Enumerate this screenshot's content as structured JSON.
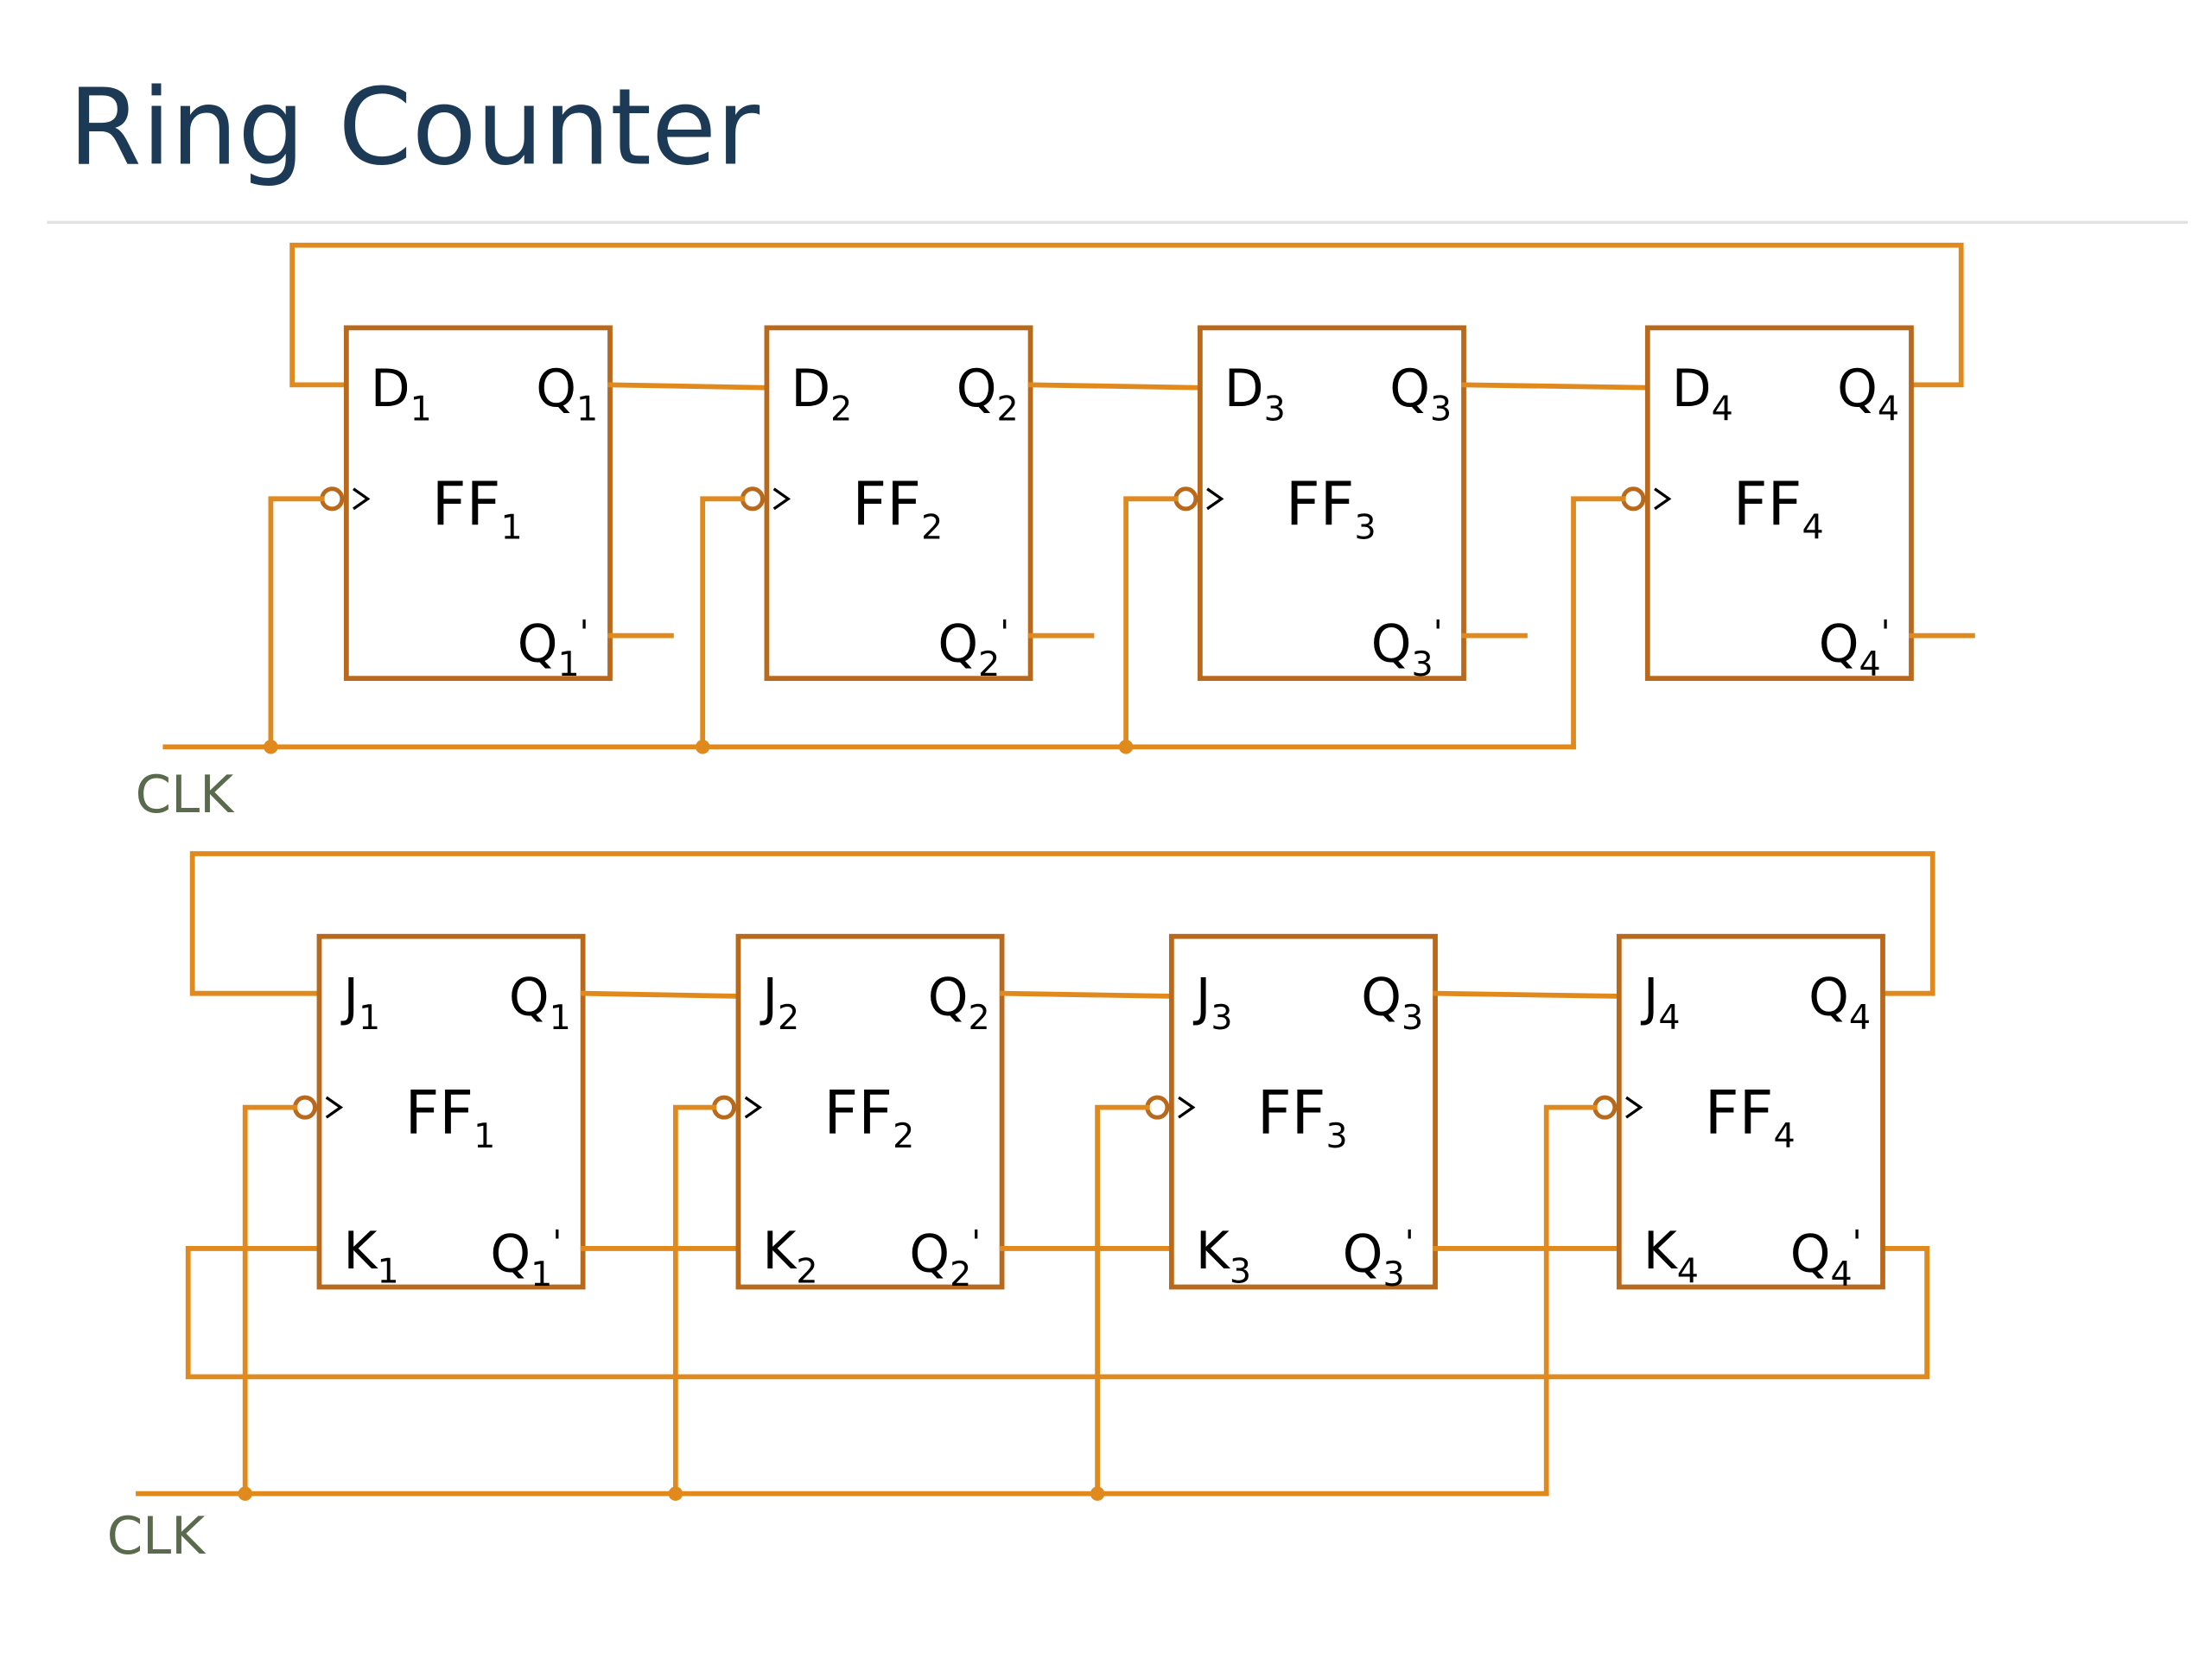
{
  "title": "Ring Counter",
  "colors": {
    "wire": "#e08a1e",
    "box": "#b8691c",
    "title": "#1c3a56",
    "clk_label": "#5a6a4c"
  },
  "top_circuit": {
    "type": "D flip-flop ring counter",
    "clock_label": "CLK",
    "flip_flops": [
      {
        "name": "FF",
        "index": "1",
        "inputs": [
          {
            "pin": "D",
            "sub": "1"
          }
        ],
        "outputs": [
          {
            "pin": "Q",
            "sub": "1",
            "prime": ""
          },
          {
            "pin": "Q",
            "sub": "1",
            "prime": "'"
          }
        ]
      },
      {
        "name": "FF",
        "index": "2",
        "inputs": [
          {
            "pin": "D",
            "sub": "2"
          }
        ],
        "outputs": [
          {
            "pin": "Q",
            "sub": "2",
            "prime": ""
          },
          {
            "pin": "Q",
            "sub": "2",
            "prime": "'"
          }
        ]
      },
      {
        "name": "FF",
        "index": "3",
        "inputs": [
          {
            "pin": "D",
            "sub": "3"
          }
        ],
        "outputs": [
          {
            "pin": "Q",
            "sub": "3",
            "prime": ""
          },
          {
            "pin": "Q",
            "sub": "3",
            "prime": "'"
          }
        ]
      },
      {
        "name": "FF",
        "index": "4",
        "inputs": [
          {
            "pin": "D",
            "sub": "4"
          }
        ],
        "outputs": [
          {
            "pin": "Q",
            "sub": "4",
            "prime": ""
          },
          {
            "pin": "Q",
            "sub": "4",
            "prime": "'"
          }
        ]
      }
    ]
  },
  "bottom_circuit": {
    "type": "JK flip-flop ring counter",
    "clock_label": "CLK",
    "flip_flops": [
      {
        "name": "FF",
        "index": "1",
        "inputs": [
          {
            "pin": "J",
            "sub": "1"
          },
          {
            "pin": "K",
            "sub": "1"
          }
        ],
        "outputs": [
          {
            "pin": "Q",
            "sub": "1",
            "prime": ""
          },
          {
            "pin": "Q",
            "sub": "1",
            "prime": "'"
          }
        ]
      },
      {
        "name": "FF",
        "index": "2",
        "inputs": [
          {
            "pin": "J",
            "sub": "2"
          },
          {
            "pin": "K",
            "sub": "2"
          }
        ],
        "outputs": [
          {
            "pin": "Q",
            "sub": "2",
            "prime": ""
          },
          {
            "pin": "Q",
            "sub": "2",
            "prime": "'"
          }
        ]
      },
      {
        "name": "FF",
        "index": "3",
        "inputs": [
          {
            "pin": "J",
            "sub": "3"
          },
          {
            "pin": "K",
            "sub": "3"
          }
        ],
        "outputs": [
          {
            "pin": "Q",
            "sub": "3",
            "prime": ""
          },
          {
            "pin": "Q",
            "sub": "3",
            "prime": "'"
          }
        ]
      },
      {
        "name": "FF",
        "index": "4",
        "inputs": [
          {
            "pin": "J",
            "sub": "4"
          },
          {
            "pin": "K",
            "sub": "4"
          }
        ],
        "outputs": [
          {
            "pin": "Q",
            "sub": "4",
            "prime": ""
          },
          {
            "pin": "Q",
            "sub": "4",
            "prime": "'"
          }
        ]
      }
    ]
  }
}
